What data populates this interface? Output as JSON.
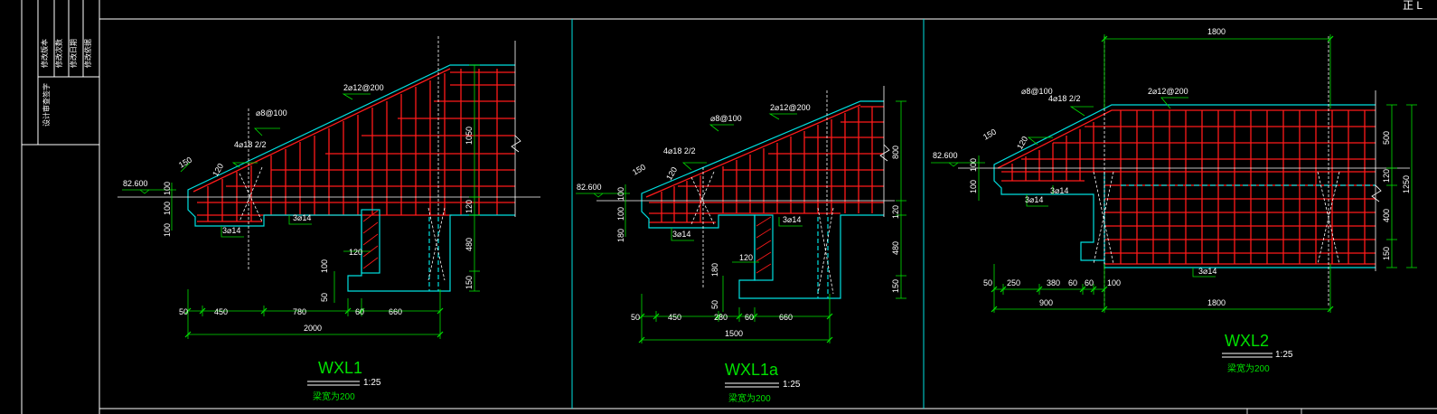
{
  "colors": {
    "background": "#000000",
    "frame": "#ffffff",
    "outline": "#00e0e0",
    "dimension": "#00e000",
    "rebar": "#ff1a1a",
    "text": "#ffffff",
    "caption": "#00e000"
  },
  "title_block": {
    "rows": [
      "修改版本",
      "修改次数",
      "修改日期",
      "修改依据"
    ],
    "side_label": "设计审查签字",
    "corner_text": "正 L"
  },
  "details": [
    {
      "title": "WXL1",
      "scale": "1:25",
      "width_note": "梁宽为200",
      "elevation": "82.600",
      "rebar_labels": [
        "2⌀12@200",
        "⌀8@100",
        "4⌀18 2/2",
        "3⌀14"
      ],
      "bottom_dims": [
        "50",
        "450",
        "780",
        "60",
        "660"
      ],
      "total_dim": "2000",
      "side_dims": [
        "1050",
        "120",
        "480",
        "150"
      ],
      "small_dims": [
        "150",
        "120",
        "100",
        "100",
        "100",
        "120",
        "100",
        "50"
      ]
    },
    {
      "title": "WXL1a",
      "scale": "1:25",
      "width_note": "梁宽为200",
      "elevation": "82.600",
      "rebar_labels": [
        "2⌀12@200",
        "⌀8@100",
        "4⌀18 2/2",
        "3⌀14"
      ],
      "bottom_dims": [
        "50",
        "450",
        "280",
        "60",
        "660"
      ],
      "total_dim": "1500",
      "side_dims": [
        "800",
        "120",
        "480",
        "150"
      ],
      "small_dims": [
        "150",
        "120",
        "100",
        "100",
        "180",
        "120",
        "180",
        "50"
      ]
    },
    {
      "title": "WXL2",
      "scale": "1:25",
      "width_note": "梁宽为200",
      "elevation": "82.600",
      "rebar_labels": [
        "2⌀12@200",
        "⌀8@100",
        "4⌀18 2/2",
        "3⌀14"
      ],
      "top_dim": "1800",
      "bottom_dims": [
        "50",
        "250",
        "380",
        "60",
        "60",
        "100"
      ],
      "total_dim": "900",
      "total_dim_2": "1800",
      "side_dims": [
        "500",
        "120",
        "400",
        "150"
      ],
      "side_total": "1250",
      "small_dims": [
        "150",
        "120",
        "100",
        "100"
      ]
    }
  ]
}
